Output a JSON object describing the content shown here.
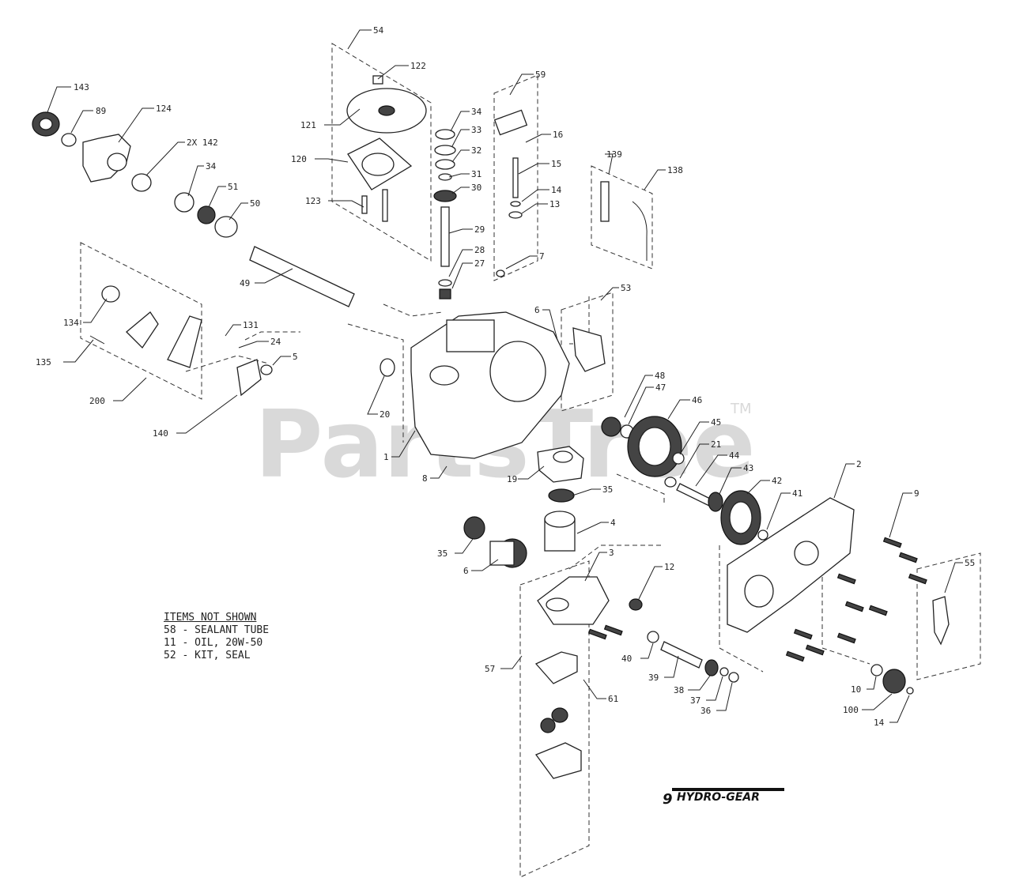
{
  "watermark": {
    "text": "PartsTree",
    "mark": "TM"
  },
  "notes": {
    "title": "ITEMS NOT SHOWN",
    "lines": [
      "58 - SEALANT TUBE",
      "11 - OIL, 20W-50",
      "52 - KIT, SEAL"
    ]
  },
  "logo": {
    "text": "HYDRO-GEAR"
  },
  "callouts": [
    "54",
    "122",
    "143",
    "89",
    "124",
    "121",
    "2X 142",
    "120",
    "34",
    "51",
    "50",
    "123",
    "34",
    "33",
    "32",
    "31",
    "30",
    "29",
    "28",
    "27",
    "59",
    "16",
    "15",
    "14",
    "13",
    "7",
    "139",
    "138",
    "49",
    "134",
    "131",
    "24",
    "5",
    "135",
    "200",
    "140",
    "20",
    "6",
    "53",
    "48",
    "47",
    "46",
    "45",
    "21",
    "44",
    "43",
    "42",
    "41",
    "1",
    "8",
    "19",
    "35",
    "4",
    "35",
    "6",
    "3",
    "12",
    "40",
    "39",
    "38",
    "37",
    "36",
    "57",
    "61",
    "2",
    "9",
    "55",
    "10",
    "100",
    "14"
  ]
}
